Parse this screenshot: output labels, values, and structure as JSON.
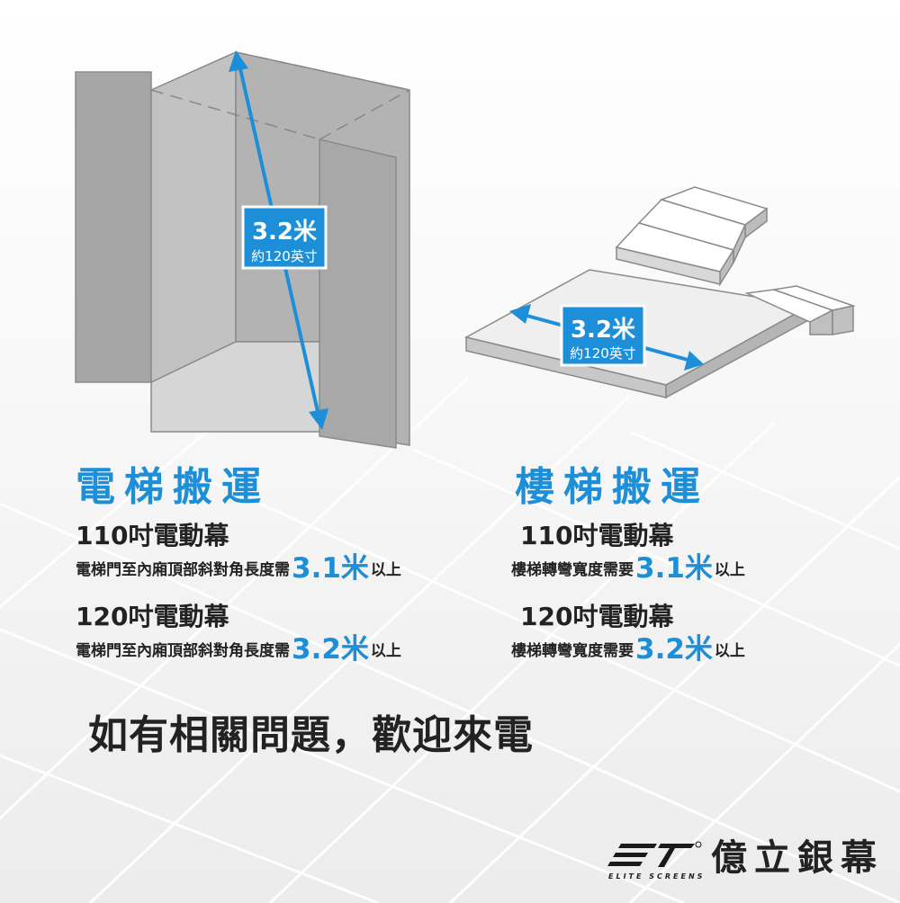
{
  "elevator": {
    "badge_main": "3.2米",
    "badge_sub": "約120英寸",
    "title": "電梯搬運",
    "items": [
      {
        "size": "110吋電動幕",
        "text": "電梯門至內廂頂部斜對角長度需",
        "value": "3.1米",
        "suffix": "以上"
      },
      {
        "size": "120吋電動幕",
        "text": "電梯門至內廂頂部斜對角長度需",
        "value": "3.2米",
        "suffix": "以上"
      }
    ]
  },
  "stairs": {
    "badge_main": "3.2米",
    "badge_sub": "約120英寸",
    "title": "樓梯搬運",
    "items": [
      {
        "size": "110吋電動幕",
        "text": "樓梯轉彎寬度需要",
        "value": "3.1米",
        "suffix": "以上"
      },
      {
        "size": "120吋電動幕",
        "text": "樓梯轉彎寬度需要",
        "value": "3.2米",
        "suffix": "以上"
      }
    ]
  },
  "contact_text": "如有相關問題，歡迎來電",
  "brand": {
    "name": "億立銀幕",
    "sub": "ELITE SCREENS",
    "logo_icon": "elite-screens-logo-icon"
  },
  "colors": {
    "accent": "#1d8fd8",
    "text": "#222222",
    "background": "#f3f3f3"
  }
}
